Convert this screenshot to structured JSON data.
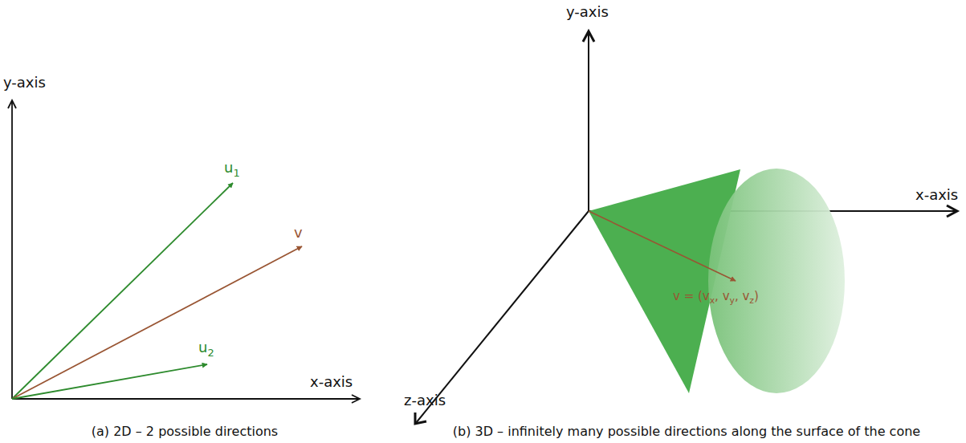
{
  "diagram": {
    "labels": [
      "y-axis",
      "x-axis",
      "u",
      "1",
      "v",
      "u",
      "2",
      "(a) 2D – 2 possible directions",
      "y-axis",
      "x-axis",
      "z-axis",
      "v = (v",
      "x",
      ", v",
      "y",
      ", v",
      "z",
      ")",
      "(b) 3D – infinitely many possible directions along the surface of the cone"
    ]
  }
}
